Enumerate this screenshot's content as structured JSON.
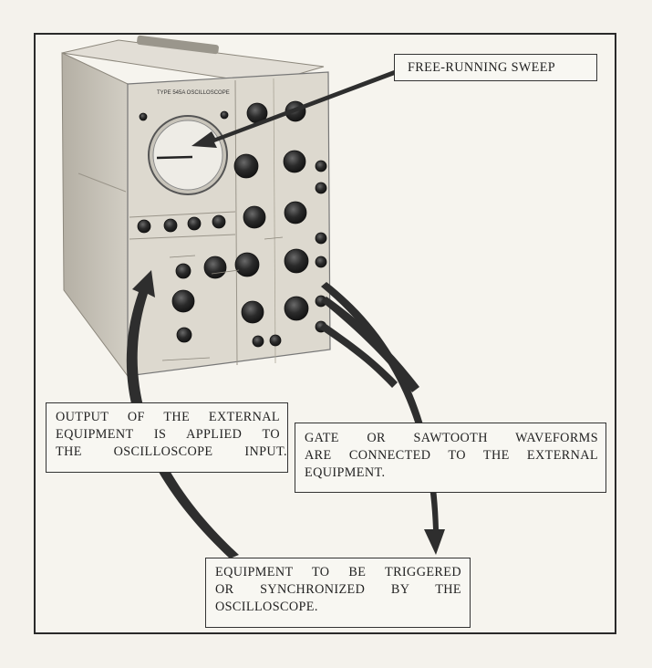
{
  "callouts": {
    "sweep": [
      "FREE-RUNNING SWEEP"
    ],
    "output": [
      "OUTPUT OF THE EXTERNAL",
      "EQUIPMENT IS APPLIED TO",
      "THE OSCILLOSCOPE INPUT."
    ],
    "gate": [
      "GATE OR SAWTOOTH WAVEFORMS",
      "ARE CONNECTED TO THE EXTERNAL",
      "EQUIPMENT."
    ],
    "equipment": [
      "EQUIPMENT TO BE TRIGGERED",
      "OR SYNCHRONIZED BY THE",
      "OSCILLOSCOPE."
    ]
  },
  "instrument": {
    "type_label": "TYPE 545A OSCILLOSCOPE"
  },
  "colors": {
    "arrow": "#2e2e2e",
    "cabinet": "#c9c4b8",
    "panel": "#dedad0",
    "knob": "#2b2b2b"
  }
}
